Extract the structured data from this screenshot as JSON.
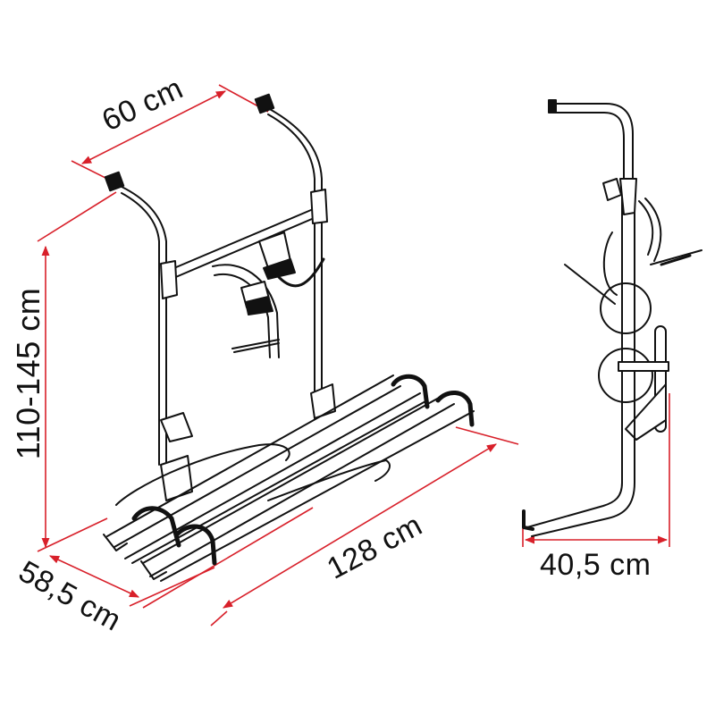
{
  "diagram": {
    "subject": "bike carrier for caravan rear wall",
    "views": [
      {
        "name": "perspective view"
      },
      {
        "name": "side view"
      }
    ],
    "colors": {
      "dimension_line": "#d8202a",
      "line_art": "#111111",
      "background": "#ffffff"
    }
  },
  "dimensions": {
    "top_width": "60 cm",
    "height_range": "110-145 cm",
    "depth": "58,5 cm",
    "rail_length": "128 cm",
    "side_depth": "40,5 cm"
  }
}
